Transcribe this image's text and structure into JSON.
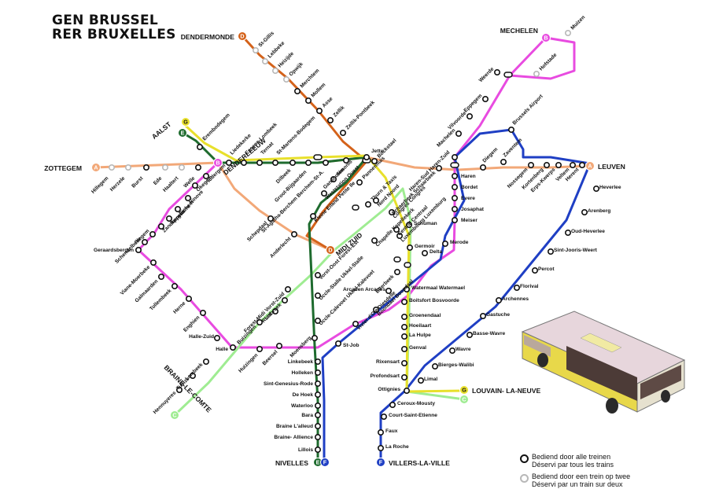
{
  "title": {
    "line1": "GEN BRUSSEL",
    "line2": "RER BRUXELLES"
  },
  "legend": {
    "all_nl": "Bediend door alle treinen",
    "all_fr": "Déservi par tous les trains",
    "half_nl": "Bediend door een trein op twee",
    "half_fr": "Déservi par un train sur deux"
  },
  "colors": {
    "A": "#f2a878",
    "B": "#e84be0",
    "C": "#9fec92",
    "D": "#d4621a",
    "E": "#1e6b2e",
    "F": "#1f3fc4",
    "G": "#e8e02c",
    "shared_band": "#ffffff"
  },
  "lines": [
    {
      "id": "A",
      "terminals": [
        "ZOTTEGEM",
        "LEUVEN"
      ]
    },
    {
      "id": "B",
      "terminals": [
        "DENDERLEEUW",
        "MECHELEN"
      ]
    },
    {
      "id": "C",
      "terminals": [
        "BRAINE-LE-COMTE",
        "LOUVAIN-LA-NEUVE"
      ]
    },
    {
      "id": "D",
      "terminals": [
        "DENDERMONDE",
        "MIDI ZUID"
      ]
    },
    {
      "id": "E",
      "terminals": [
        "AALST",
        "NIVELLES"
      ]
    },
    {
      "id": "F",
      "terminals": [
        "NIVELLES",
        "VILLERS-LA-VILLE"
      ]
    },
    {
      "id": "G",
      "terminals": [
        "AALST",
        "LOUVAIN-LA-NEUVE"
      ]
    }
  ],
  "terminals": [
    {
      "label": "ZOTTEGEM",
      "badge": "A"
    },
    {
      "label": "LEUVEN",
      "badge": "A"
    },
    {
      "label": "MECHELEN",
      "badge": "B"
    },
    {
      "label": "DENDERLEEUW",
      "badge": "B"
    },
    {
      "label": "DENDERMONDE",
      "badge": "D"
    },
    {
      "label": "AALST",
      "badges": [
        "G",
        "E"
      ]
    },
    {
      "label": "MIDI ZUID",
      "badge": "D"
    },
    {
      "label": "BRAINE-LE-COMTE",
      "badge": "C"
    },
    {
      "label": "LOUVAIN- LA-NEUVE",
      "badges": [
        "G",
        "C"
      ]
    },
    {
      "label": "NIVELLES",
      "badges": [
        "E",
        "F"
      ]
    },
    {
      "label": "VILLERS-LA-VILLE",
      "badge": "F"
    }
  ],
  "stations": [
    "Hillegem",
    "Herzele",
    "Burst",
    "Ede",
    "Haaltert",
    "Welle",
    "Erembodegem",
    "Liedekerke",
    "Essene-Lombeek",
    "Ternat",
    "St-Martens-Bodegem",
    "Dilbeek",
    "Groot-Bijgaarden",
    "St-Agatha-Berchem Berchem-St-A.",
    "Ganshoren",
    "Jette",
    "St-Gillis",
    "Lebbeke",
    "Heizijde",
    "Opwijk",
    "Merchtem",
    "Mollem",
    "Asse",
    "Zellik",
    "Zellik-Pontbeek",
    "Muizen",
    "Hofstade",
    "Weerde",
    "Eppegem",
    "Vilvoorde",
    "Machelen",
    "Haren-Sud Haren-Zuid",
    "Haren",
    "Bordet",
    "Evere",
    "Josaphat",
    "Meiser",
    "Schaerbeek Schaarbeek",
    "Diegem",
    "Zaventem",
    "Nossegem",
    "Kortenberg",
    "Erps-Kwerps",
    "Veltem",
    "Herent",
    "Heverlee",
    "Arenberg",
    "Oud-Heverlee",
    "Sint-Jooris-Weert",
    "Percot",
    "Florival",
    "Archennes",
    "Gastuche",
    "Basse-Wavre",
    "Wavre",
    "Bierges-Walibi",
    "Limal",
    "Ottignies",
    "Ceroux-Mousty",
    "Court-Saint-Etienne",
    "Faux",
    "La Roche",
    "Bockstael",
    "Simonis",
    "Pannenhuis",
    "Thurn & Taxis",
    "Nord Noord",
    "Congrès Congres",
    "Central Centraal",
    "Chapelle Kapellekerk",
    "Luxembourg Luxemburg",
    "Schuman",
    "Germoir",
    "Merode",
    "Delta",
    "Etterbeek",
    "Arcaden Arcades",
    "Watermaal Watermael",
    "Boitsfort Bosvoorde",
    "Groenendaal",
    "Hoeilaart",
    "La Hulpe",
    "Genval",
    "Rixensart",
    "Profondsart",
    "Boondael Boondaal",
    "Vivier d'Oie Diesdelle",
    "St-Job",
    "Uccle-Calevoet Ukkel-Kalevoet",
    "Uccle-Stalle Ukkel-Stalle",
    "Vorst-Oost Forest-Est",
    "Forest-Midi Vorst-Zuid",
    "Ruisbroek",
    "Lot",
    "Buizingen",
    "Halle",
    "Halle-Zuid",
    "Moensberg",
    "Beersel",
    "Huizingen",
    "Linkebeek",
    "Holleken",
    "Sint-Genesius-Rode",
    "De Hoek",
    "Waterloo",
    "Bara",
    "Braine L'alleud",
    "Braine- Allience",
    "Lillois",
    "Ninove",
    "Okegem",
    "Iddergem",
    "Eichem",
    "Appelterre",
    "Zandbergen",
    "Idegem",
    "Schendelbeke",
    "Geraardsbergen",
    "Viane-Moerbeke",
    "Galmaarden",
    "Tollembeek",
    "Herne",
    "Enghien",
    "Lembeek",
    "Tubize",
    "Hennuyeres",
    "Anderlecht",
    "Schepdaal",
    "Kleine Eiland Petite Ile",
    "Brussels Airport",
    "Weststation Ouest"
  ]
}
